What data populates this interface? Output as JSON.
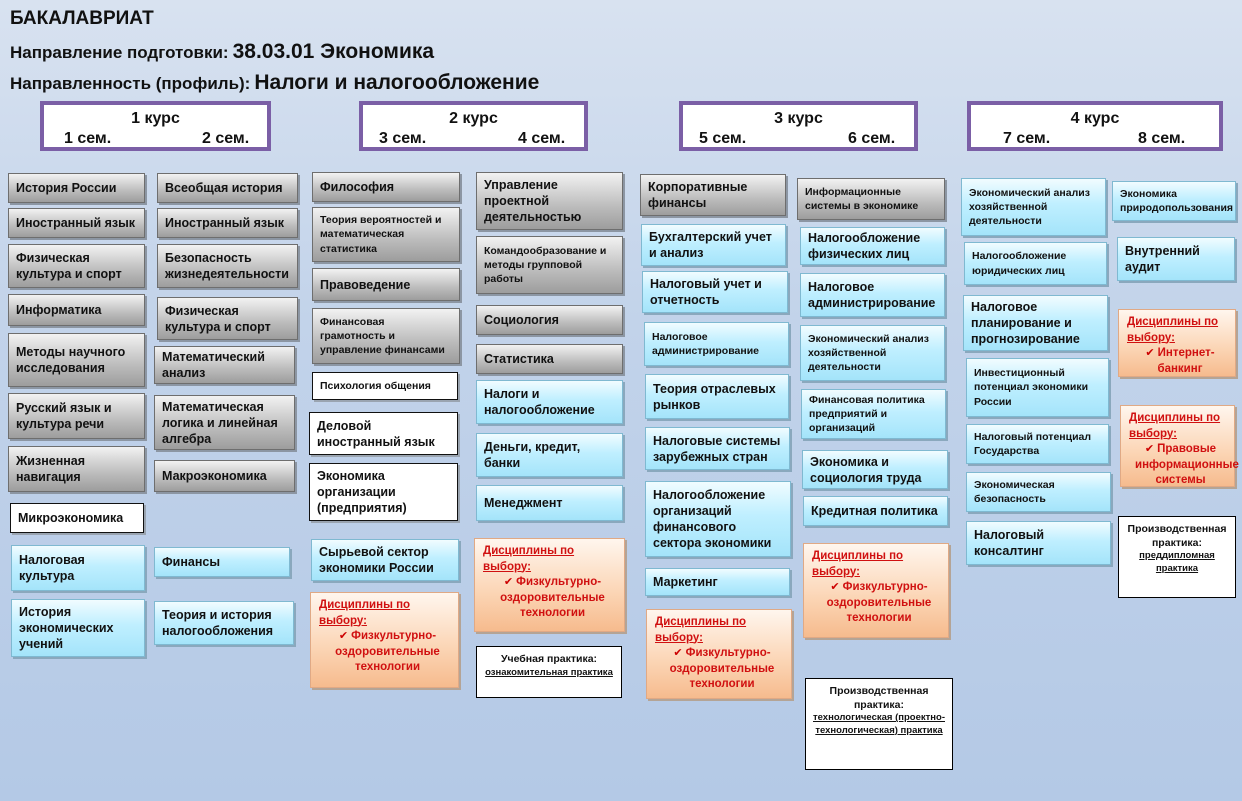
{
  "header": {
    "level": "БАКАЛАВРИАТ",
    "direction_label": "Направление подготовки:",
    "direction_value": "38.03.01 Экономика",
    "profile_label": "Направленность (профиль):",
    "profile_value": "Налоги и налогообложение"
  },
  "courses": [
    {
      "title": "1 курс",
      "sem_a": "1 сем.",
      "sem_b": "2 сем."
    },
    {
      "title": "2 курс",
      "sem_a": "3 сем.",
      "sem_b": "4 сем."
    },
    {
      "title": "3 курс",
      "sem_a": "5 сем.",
      "sem_b": "6 сем."
    },
    {
      "title": "4 курс",
      "sem_a": "7 сем.",
      "sem_b": "8 сем."
    }
  ],
  "colors": {
    "core": "#a9a9a9",
    "profile": "#b8ecfd",
    "elective": "#f9c9a2",
    "frame": "#7b5fa6",
    "elective_text": "#d01010"
  },
  "sem1": [
    "История России",
    "Иностранный язык",
    "Физическая культура и спорт",
    "Информатика",
    "Методы научного исследования",
    "Русский язык и культура речи",
    "Жизненная навигация",
    "Микроэкономика",
    "Налоговая культура",
    "История экономических учений"
  ],
  "sem2": [
    "Всеобщая история",
    "Иностранный язык",
    "Безопасность жизнедеятельности",
    "Физическая культура и спорт",
    "Математический анализ",
    "Математическая логика и линейная алгебра",
    "Макроэкономика",
    "Финансы",
    "Теория и история налогообложения"
  ],
  "sem3": [
    "Философия",
    "Теория вероятностей и математическая статистика",
    "Правоведение",
    "Финансовая грамотность и управление финансами",
    "Психология общения",
    "Деловой иностранный язык",
    "Экономика организации (предприятия)",
    "Сырьевой сектор экономики России"
  ],
  "sem4": [
    "Управление проектной деятельностью",
    "Командообразование и методы групповой работы",
    "Социология",
    "Статистика",
    "Налоги и налогообложение",
    "Деньги, кредит, банки",
    "Менеджмент"
  ],
  "sem5": [
    "Корпоративные финансы",
    "Бухгалтерский учет и анализ",
    "Налоговый учет и отчетность",
    "Налоговое администрирование",
    "Теория отраслевых рынков",
    "Налоговые системы зарубежных стран",
    "Налогообложение организаций финансового сектора экономики",
    "Маркетинг"
  ],
  "sem6": [
    "Информационные системы в экономике",
    "Налогообложение физических лиц",
    "Налоговое администрирование",
    "Экономический анализ хозяйственной деятельности",
    "Финансовая политика предприятий и организаций",
    "Экономика и социология труда",
    "Кредитная политика"
  ],
  "sem7": [
    "Экономический анализ хозяйственной деятельности",
    "Налогообложение юридических лиц",
    "Налоговое планирование и прогнозирование",
    "Инвестиционный потенциал экономики России",
    "Налоговый потенциал Государства",
    "Экономическая безопасность",
    "Налоговый консалтинг"
  ],
  "sem8": [
    "Экономика природопользования",
    "Внутренний аудит"
  ],
  "electives": {
    "title": "Дисциплины по выбору:",
    "sport": "Физкультурно-оздоровительные технологии",
    "internet": "Интернет-банкинг",
    "legal": "Правовые информационные системы"
  },
  "practices": {
    "study_title": "Учебная практика:",
    "study_type": "ознакомительная практика",
    "prod_title": "Производственная практика:",
    "prod_tech": "технологическая (проектно-технологическая) практика",
    "prod_predip": "преддипломная практика"
  }
}
